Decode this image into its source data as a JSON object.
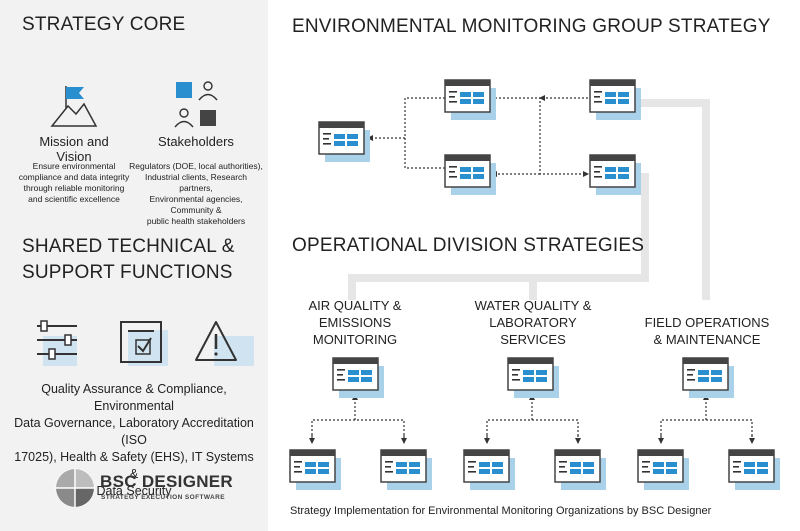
{
  "left": {
    "core_title": "STRATEGY CORE",
    "mission": {
      "icon": "mountain-flag-icon",
      "title": "Mission and Vision",
      "lines": [
        "Ensure environmental",
        "compliance and data integrity",
        "through reliable monitoring",
        "and scientific excellence"
      ]
    },
    "stakeholders": {
      "icon": "people-squares-icon",
      "title": "Stakeholders",
      "lines": [
        "Regulators (DOE, local authorities),",
        "Industrial clients, Research partners,",
        "Environmental agencies, Community &",
        "public health stakeholders"
      ]
    },
    "shared_title_lines": [
      "SHARED TECHNICAL &",
      "SUPPORT FUNCTIONS"
    ],
    "support_icons": [
      "sliders-icon",
      "checklist-icon",
      "warning-icon"
    ],
    "support_lines": [
      "Quality Assurance & Compliance, Environmental",
      "Data Governance, Laboratory Accreditation (ISO",
      "17025), Health & Safety (EHS), IT Systems &",
      "Data Security"
    ],
    "logo": {
      "name": "BSC DESIGNER",
      "tagline": "STRATEGY EXECUTION SOFTWARE"
    }
  },
  "right": {
    "group_title": "ENVIRONMENTAL MONITORING GROUP STRATEGY",
    "operational_title": "OPERATIONAL DIVISION STRATEGIES",
    "divisions": [
      {
        "lines": [
          "AIR QUALITY &",
          "EMISSIONS",
          "MONITORING"
        ]
      },
      {
        "lines": [
          "WATER QUALITY &",
          "LABORATORY",
          "SERVICES"
        ]
      },
      {
        "lines": [
          "FIELD OPERATIONS",
          "& MAINTENANCE"
        ]
      }
    ],
    "footer": "Strategy Implementation for Environmental Monitoring Organizations by BSC Designer"
  },
  "colors": {
    "accent": "#2a8fcf",
    "accent_light": "#a9d2ea",
    "dark": "#444444",
    "panel": "#f2f2f2",
    "connector": "#e6e6e6"
  }
}
